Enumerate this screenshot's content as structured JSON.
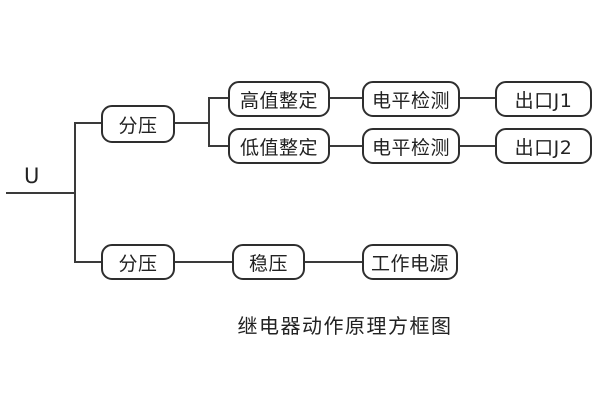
{
  "diagram": {
    "input_label": "U",
    "caption": "继电器动作原理方框图",
    "nodes": [
      {
        "id": "voltage-divider-top",
        "label": "分压"
      },
      {
        "id": "high-value-setting",
        "label": "高值整定"
      },
      {
        "id": "level-detection-1",
        "label": "电平检测"
      },
      {
        "id": "output-j1",
        "label": "出口J1"
      },
      {
        "id": "low-value-setting",
        "label": "低值整定"
      },
      {
        "id": "level-detection-2",
        "label": "电平检测"
      },
      {
        "id": "output-j2",
        "label": "出口J2"
      },
      {
        "id": "voltage-divider-bottom",
        "label": "分压"
      },
      {
        "id": "voltage-regulator",
        "label": "稳压"
      },
      {
        "id": "working-power",
        "label": "工作电源"
      }
    ],
    "colors": {
      "line": "#3a3a3a",
      "border": "#2e2e2e",
      "text": "#222222",
      "background": "#ffffff"
    }
  }
}
